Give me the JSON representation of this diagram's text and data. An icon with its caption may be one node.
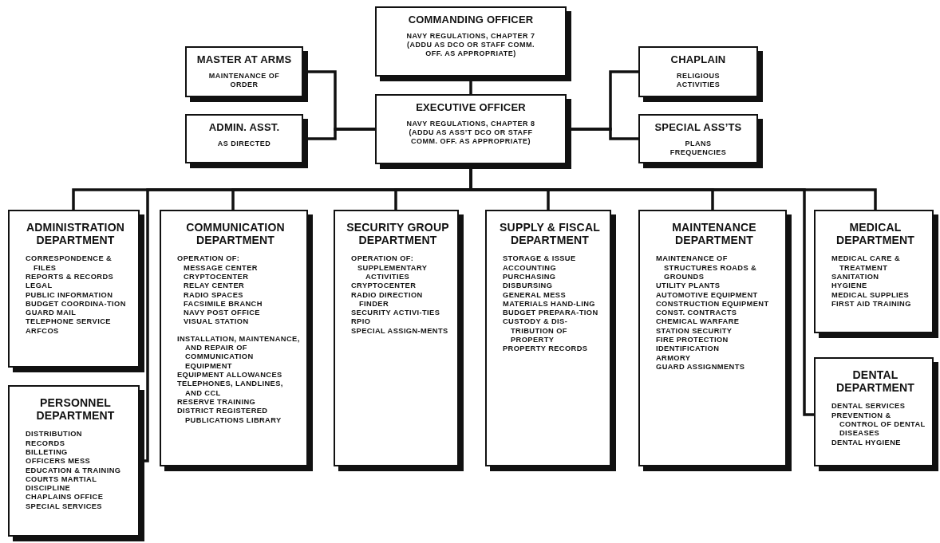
{
  "diagram": {
    "nodes": [
      {
        "text": [
          "COMMANDING OFFICER",
          "NAVY REGULATIONS, CHAPTER 7 (ADDU AS DCO OR STAFF COMM. OFF. AS APPROPRIATE)"
        ]
      },
      {
        "text": [
          "MASTER AT ARMS",
          "MAINTENANCE OF ORDER"
        ]
      },
      {
        "text": [
          "ADMIN. ASST.",
          "AS DIRECTED"
        ]
      },
      {
        "text": [
          "EXECUTIVE OFFICER",
          "NAVY REGULATIONS, CHAPTER 8 (ADDU AS ASS’T DCO OR STAFF COMM. OFF. AS APPROPRIATE)"
        ]
      },
      {
        "text": [
          "CHAPLAIN",
          "RELIGIOUS ACTIVITIES"
        ]
      },
      {
        "text": [
          "SPECIAL ASS’TS",
          "PLANS",
          "FREQUENCIES"
        ]
      },
      {
        "text": [
          "ADMINISTRATION DEPARTMENT",
          "CORRESPONDENCE & FILES",
          "REPORTS & RECORDS",
          "LEGAL",
          "PUBLIC INFORMATION",
          "BUDGET COORDINA-TION",
          "GUARD MAIL",
          "TELEPHONE SERVICE",
          "ARFCOS"
        ]
      },
      {
        "text": [
          "PERSONNEL DEPARTMENT",
          "DISTRIBUTION",
          "RECORDS",
          "BILLETING",
          "OFFICERS MESS",
          "EDUCATION & TRAINING",
          "COURTS MARTIAL",
          "DISCIPLINE",
          "CHAPLAINS OFFICE",
          "SPECIAL SERVICES"
        ]
      },
      {
        "text": [
          "COMMUNICATION DEPARTMENT",
          "OPERATION OF:",
          "MESSAGE CENTER",
          "CRYPTOCENTER",
          "RELAY CENTER",
          "RADIO SPACES",
          "FACSIMILE BRANCH",
          "NAVY POST OFFICE",
          "VISUAL STATION",
          "INSTALLATION, MAINTENANCE, AND REPAIR OF COMMUNICATION EQUIPMENT",
          "EQUIPMENT ALLOWANCES",
          "TELEPHONES, LANDLINES, AND CCL",
          "RESERVE TRAINING",
          "DISTRICT REGISTERED PUBLICATIONS LIBRARY"
        ]
      },
      {
        "text": [
          "SECURITY GROUP DEPARTMENT",
          "OPERATION OF:",
          "SUPPLEMENTARY ACTIVITIES",
          "CRYPTOCENTER",
          "RADIO DIRECTION FINDER",
          "SECURITY ACTIVI-TIES",
          "RPIO",
          "SPECIAL ASSIGN-MENTS"
        ]
      },
      {
        "text": [
          "SUPPLY & FISCAL DEPARTMENT",
          "STORAGE & ISSUE",
          "ACCOUNTING",
          "PURCHASING",
          "DISBURSING",
          "GENERAL MESS",
          "MATERIALS HAND-LING",
          "BUDGET PREPARA-TION",
          "CUSTODY & DIS-TRIBUTION OF PROPERTY",
          "PROPERTY RECORDS"
        ]
      },
      {
        "text": [
          "MAINTENANCE DEPARTMENT",
          "MAINTENANCE OF STRUCTURES ROADS & GROUNDS",
          "UTILITY PLANTS",
          "AUTOMOTIVE EQUIPMENT",
          "CONSTRUCTION EQUIPMENT",
          "CONST. CONTRACTS",
          "CHEMICAL WARFARE",
          "STATION SECURITY",
          "FIRE PROTECTION",
          "IDENTIFICATION",
          "ARMORY",
          "GUARD ASSIGNMENTS"
        ]
      },
      {
        "text": [
          "MEDICAL DEPARTMENT",
          "MEDICAL CARE & TREATMENT",
          "SANITATION",
          "HYGIENE",
          "MEDICAL SUPPLIES",
          "FIRST AID TRAINING"
        ]
      },
      {
        "text": [
          "DENTAL DEPARTMENT",
          "DENTAL SERVICES",
          "PREVENTION & CONTROL OF DENTAL DISEASES",
          "DENTAL HYGIENE"
        ]
      }
    ],
    "edges": [
      {
        "from": 0,
        "to": 3,
        "arrow": "none"
      },
      {
        "from": 3,
        "to": 1,
        "arrow": "none"
      },
      {
        "from": 3,
        "to": 2,
        "arrow": "none"
      },
      {
        "from": 3,
        "to": 4,
        "arrow": "none"
      },
      {
        "from": 3,
        "to": 5,
        "arrow": "none"
      },
      {
        "from": 3,
        "to": 6,
        "arrow": "none"
      },
      {
        "from": 3,
        "to": 7,
        "arrow": "none"
      },
      {
        "from": 3,
        "to": 8,
        "arrow": "none"
      },
      {
        "from": 3,
        "to": 9,
        "arrow": "none"
      },
      {
        "from": 3,
        "to": 10,
        "arrow": "none"
      },
      {
        "from": 3,
        "to": 11,
        "arrow": "none"
      },
      {
        "from": 3,
        "to": 12,
        "arrow": "none"
      },
      {
        "from": 3,
        "to": 13,
        "arrow": "none"
      }
    ]
  }
}
